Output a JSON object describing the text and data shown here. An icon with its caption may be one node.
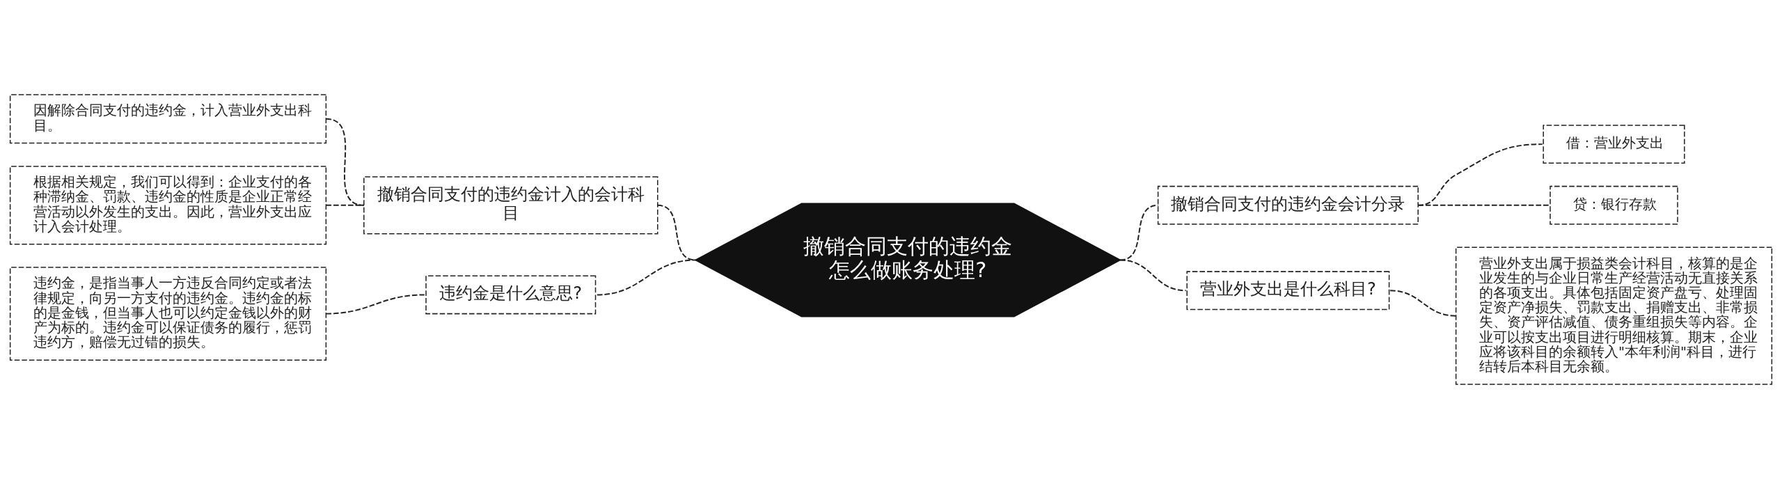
{
  "diagram": {
    "nodes": [
      {
        "text": [
          "撤销合同支付的违约金怎么做账务处理?"
        ]
      },
      {
        "text": [
          "撤销合同支付的违约金计入的会计科目"
        ]
      },
      {
        "text": [
          "因解除合同支付的违约金，计入营业外支出科目。"
        ]
      },
      {
        "text": [
          "根据相关规定，我们可以得到：企业支付的各种滞纳金、罚款、违约金的性质是企业正常经营活动以外发生的支出。因此，营业外支出应计入会计处理。"
        ]
      },
      {
        "text": [
          "违约金是什么意思?"
        ]
      },
      {
        "text": [
          "违约金，是指当事人一方违反合同约定或者法律规定，向另一方支付的违约金。违约金的标的是金钱，但当事人也可以约定金钱以外的财产为标的。违约金可以保证债务的履行，惩罚违约方，赔偿无过错的损失。"
        ]
      },
      {
        "text": [
          "撤销合同支付的违约金会计分录"
        ]
      },
      {
        "text": [
          "借：营业外支出"
        ]
      },
      {
        "text": [
          "贷：银行存款"
        ]
      },
      {
        "text": [
          "营业外支出是什么科目?"
        ]
      },
      {
        "text": [
          "营业外支出属于损益类会计科目，核算的是企业发生的与企业日常生产经营活动无直接关系的各项支出。具体包括固定资产盘亏、处理固定资产净损失、罚款支出、捐赠支出、非常损失、资产评估减值、债务重组损失等内容。企业可以按支出项目进行明细核算。期末，企业应将该科目的余额转入\"本年利润\"科目，进行结转后本科目无余额。"
        ]
      }
    ],
    "edges": [
      {
        "from": 0,
        "to": 1,
        "arrow": "none"
      },
      {
        "from": 1,
        "to": 2,
        "arrow": "none"
      },
      {
        "from": 1,
        "to": 3,
        "arrow": "none"
      },
      {
        "from": 0,
        "to": 4,
        "arrow": "none"
      },
      {
        "from": 4,
        "to": 5,
        "arrow": "none"
      },
      {
        "from": 0,
        "to": 6,
        "arrow": "none"
      },
      {
        "from": 6,
        "to": 7,
        "arrow": "none"
      },
      {
        "from": 6,
        "to": 8,
        "arrow": "none"
      },
      {
        "from": 0,
        "to": 9,
        "arrow": "none"
      },
      {
        "from": 9,
        "to": 10,
        "arrow": "none"
      }
    ]
  }
}
